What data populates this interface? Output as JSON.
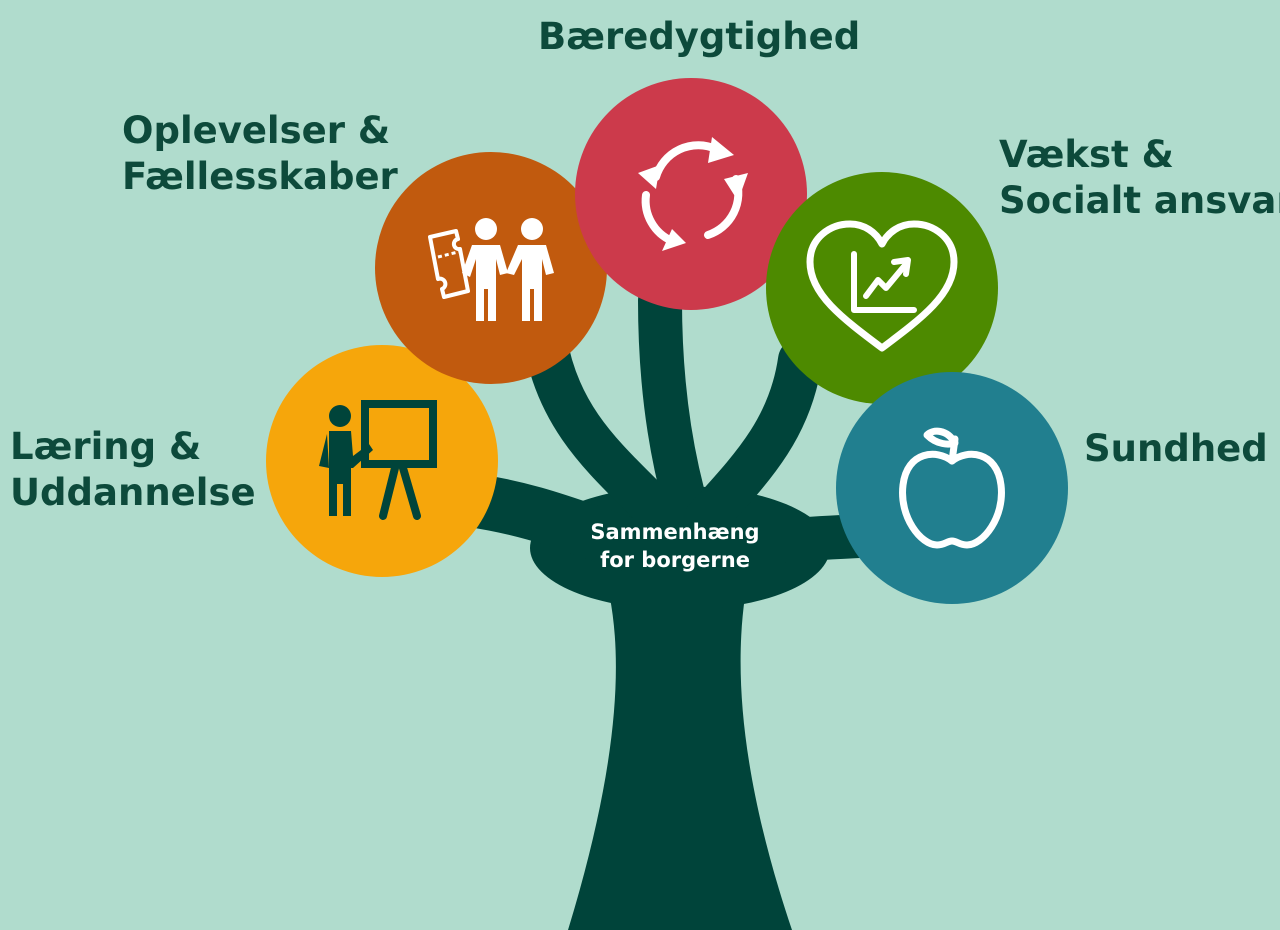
{
  "center": {
    "line1": "Sammenhæng",
    "line2": "for borgerne"
  },
  "themes": {
    "baeredygtighed": {
      "label": "Bæredygtighed",
      "color": "#cc3a4b",
      "icon": "recycle-arrows-icon"
    },
    "oplevelser": {
      "line1": "Oplevelser &",
      "line2": "Fællesskaber",
      "color": "#c15a0e",
      "icon": "people-ticket-icon"
    },
    "vaekst": {
      "line1": "Vækst &",
      "line2": "Socialt ansvar",
      "color": "#4d8a00",
      "icon": "heart-growth-chart-icon"
    },
    "laering": {
      "line1": "Læring &",
      "line2": "Uddannelse",
      "color": "#f6a60b",
      "icon": "teacher-board-icon"
    },
    "sundhed": {
      "label": "Sundhed",
      "color": "#217f8f",
      "icon": "apple-icon"
    }
  },
  "colors": {
    "background": "#b0dccd",
    "tree": "#00443a",
    "text": "#0d4a3b"
  }
}
